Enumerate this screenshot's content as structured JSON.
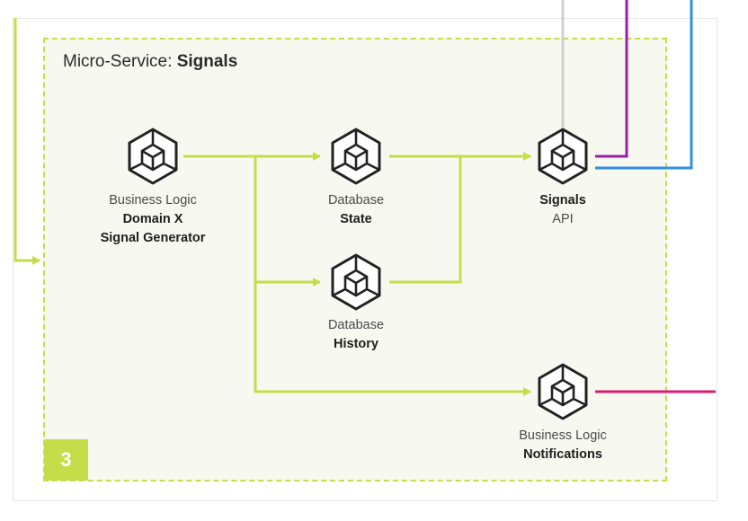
{
  "service": {
    "prefix": "Micro-Service: ",
    "name": "Signals",
    "badge": "3"
  },
  "nodes": {
    "generator": {
      "line1": "Business Logic",
      "line2": "Domain X",
      "line3": "Signal Generator"
    },
    "state": {
      "line1": "Database",
      "line2": "State"
    },
    "history": {
      "line1": "Database",
      "line2": "History"
    },
    "api": {
      "line1": "Signals",
      "line2": "API"
    },
    "notifications": {
      "line1": "Business Logic",
      "line2": "Notifications"
    }
  },
  "colors": {
    "accent": "#c6dd4a",
    "icon": "#222222",
    "purple": "#9b1fa8",
    "blue": "#2f8fe0",
    "magenta": "#d81b74",
    "gray": "#d0d0d0",
    "panel": "#f7f9f1"
  },
  "icon": "cube-icon"
}
